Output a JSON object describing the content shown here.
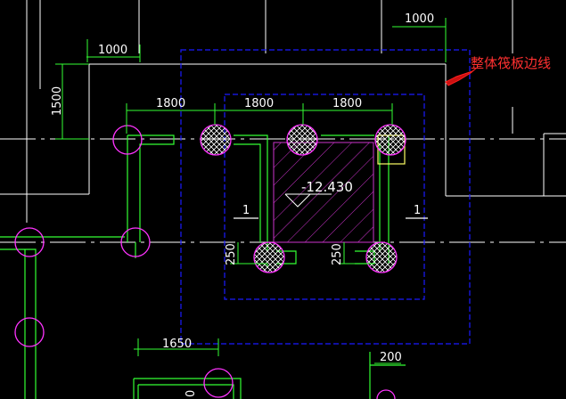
{
  "drawing": {
    "colors": {
      "background": "#000000",
      "grid_line": "#ffffff",
      "wall_green": "#33ff33",
      "dashed_blue": "#1a1aff",
      "pile_magenta": "#ff33ff",
      "hatch_magenta": "#cc33cc",
      "pile_yellow": "#ffff66",
      "annotation_red": "#ff2020",
      "dimension_text": "#ffffff"
    },
    "annotation": {
      "text": "整体筏板边线",
      "arrow_icon": "leader-arrow-icon"
    },
    "elevation_label": "-12.430",
    "dimensions": {
      "top_right": "1000",
      "top_left": "1000",
      "left_vertical": "1500",
      "span_1": "1800",
      "span_2": "1800",
      "span_3": "1800",
      "pile_offset_left": "250",
      "pile_offset_right": "250",
      "bottom_left": "1650",
      "bottom_right": "200",
      "bottom_edge_partial": "0"
    },
    "section_marks": {
      "left": "1",
      "right": "1"
    }
  }
}
